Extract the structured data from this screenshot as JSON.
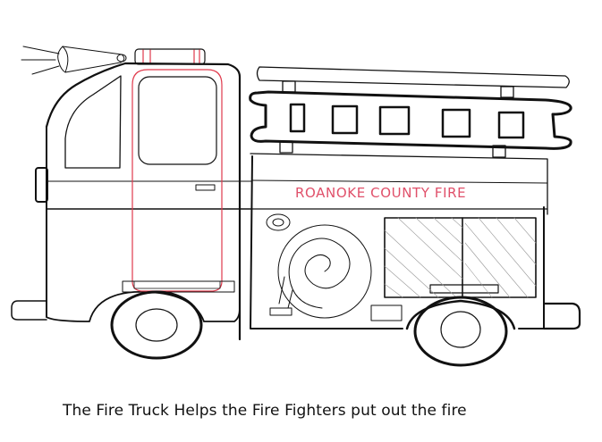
{
  "drawing": {
    "subject": "fire truck coloring page",
    "truck_label": "ROANOKE COUNTY FIRE",
    "caption": "The Fire Truck Helps the Fire Fighters put out the fire"
  },
  "colors": {
    "outline": "#111111",
    "door_accent": "#e03a4c",
    "label_text": "#e0506a",
    "background": "#ffffff"
  },
  "parts": {
    "ladder_rungs": 5,
    "wheels": 2,
    "compartment_doors": 2
  }
}
